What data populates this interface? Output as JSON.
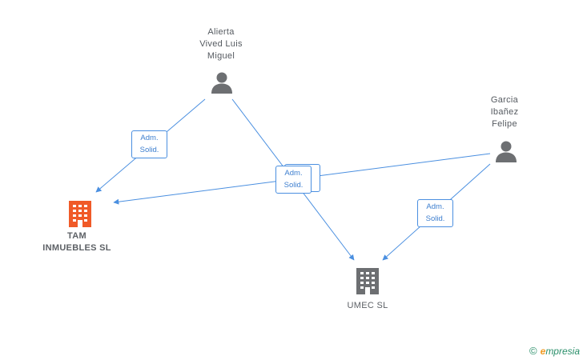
{
  "people": [
    {
      "id": "p1",
      "lines": [
        "Alierta",
        "Vived Luis",
        "Miguel"
      ]
    },
    {
      "id": "p2",
      "lines": [
        "Garcia",
        "Ibañez",
        "Felipe"
      ]
    }
  ],
  "companies": [
    {
      "id": "c1",
      "lines": [
        "TAM",
        "INMUEBLES SL"
      ],
      "color": "#f05a28"
    },
    {
      "id": "c2",
      "lines": [
        "UMEC SL"
      ],
      "color": "#6d6f72"
    }
  ],
  "relations": [
    {
      "from": "p1",
      "to": "c1",
      "label": [
        "Adm.",
        "Solid."
      ]
    },
    {
      "from": "p1",
      "to": "c2",
      "label": [
        "Adm.",
        "Solid."
      ]
    },
    {
      "from": "p2",
      "to": "c1",
      "label": [
        "Adm.",
        "Solid."
      ]
    },
    {
      "from": "p2",
      "to": "c2",
      "label": [
        "Adm.",
        "Solid."
      ]
    }
  ],
  "colors": {
    "edge": "#4a8fe0",
    "person_icon": "#6d6f72"
  },
  "watermark": {
    "symbol": "©",
    "brand_initial": "e",
    "brand_rest": "mpresia"
  }
}
